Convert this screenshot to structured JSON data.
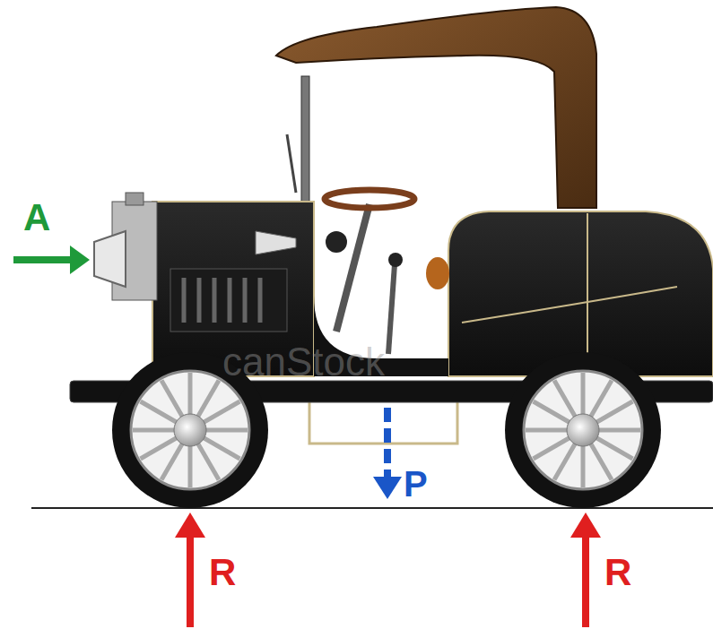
{
  "diagram": {
    "labels": [
      "A",
      "P",
      "R",
      "R",
      "canStock"
    ]
  }
}
